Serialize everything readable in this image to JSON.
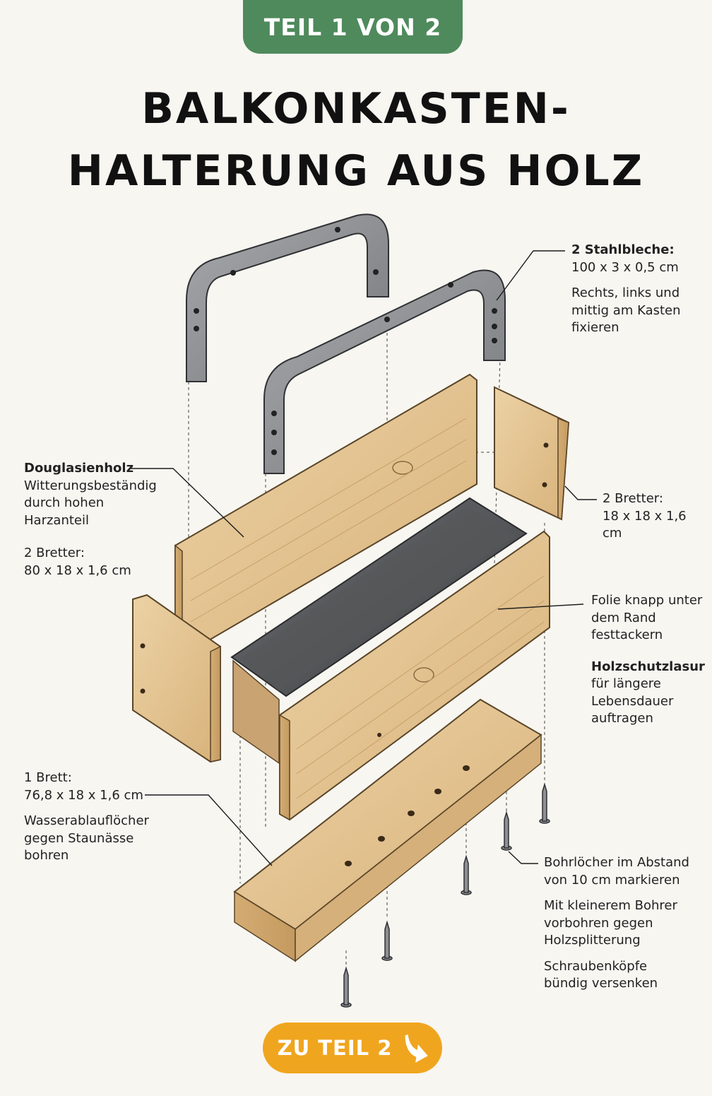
{
  "header": {
    "badge": "TEIL 1 VON 2"
  },
  "title": {
    "line1": "BALKONKASTEN-",
    "line2": "HALTERUNG AUS HOLZ"
  },
  "annotations": {
    "steel": {
      "head": "2 Stahlbleche:",
      "dims": "100 x 3 x 0,5 cm",
      "note": [
        "Rechts, links und",
        "mittig am Kasten",
        "fixieren"
      ]
    },
    "wood": {
      "head": "Douglasienholz",
      "note": [
        "Witterungsbeständig",
        "durch hohen",
        "Harzanteil"
      ],
      "count": "2 Bretter:",
      "dims": "80 x 18 x 1,6 cm"
    },
    "sideboards": {
      "head": "2 Bretter:",
      "dims": "18 x 18 x 1,6 cm"
    },
    "foil": {
      "note": [
        "Folie knapp unter",
        "dem Rand",
        "festtackern"
      ],
      "head": "Holzschutzlasur",
      "note2": [
        "für längere",
        "Lebensdauer",
        "auftragen"
      ]
    },
    "bottom": {
      "head": "1 Brett:",
      "dims": "76,8 x 18 x 1,6 cm",
      "note": [
        "Wasserablauflöcher",
        "gegen Staunässe",
        "bohren"
      ]
    },
    "drill": {
      "line1": [
        "Bohrlöcher im Abstand",
        "von 10 cm markieren"
      ],
      "line2": [
        "Mit kleinerem Bohrer",
        "vorbohren gegen",
        "Holzsplitterung"
      ],
      "line3": [
        "Schraubenköpfe",
        "bündig versenken"
      ]
    }
  },
  "cta": {
    "label": "ZU TEIL 2"
  },
  "colors": {
    "green": "#4f8a5c",
    "orange": "#f0a51f",
    "wood": "#e2c08e",
    "steel": "#8d8f92"
  }
}
